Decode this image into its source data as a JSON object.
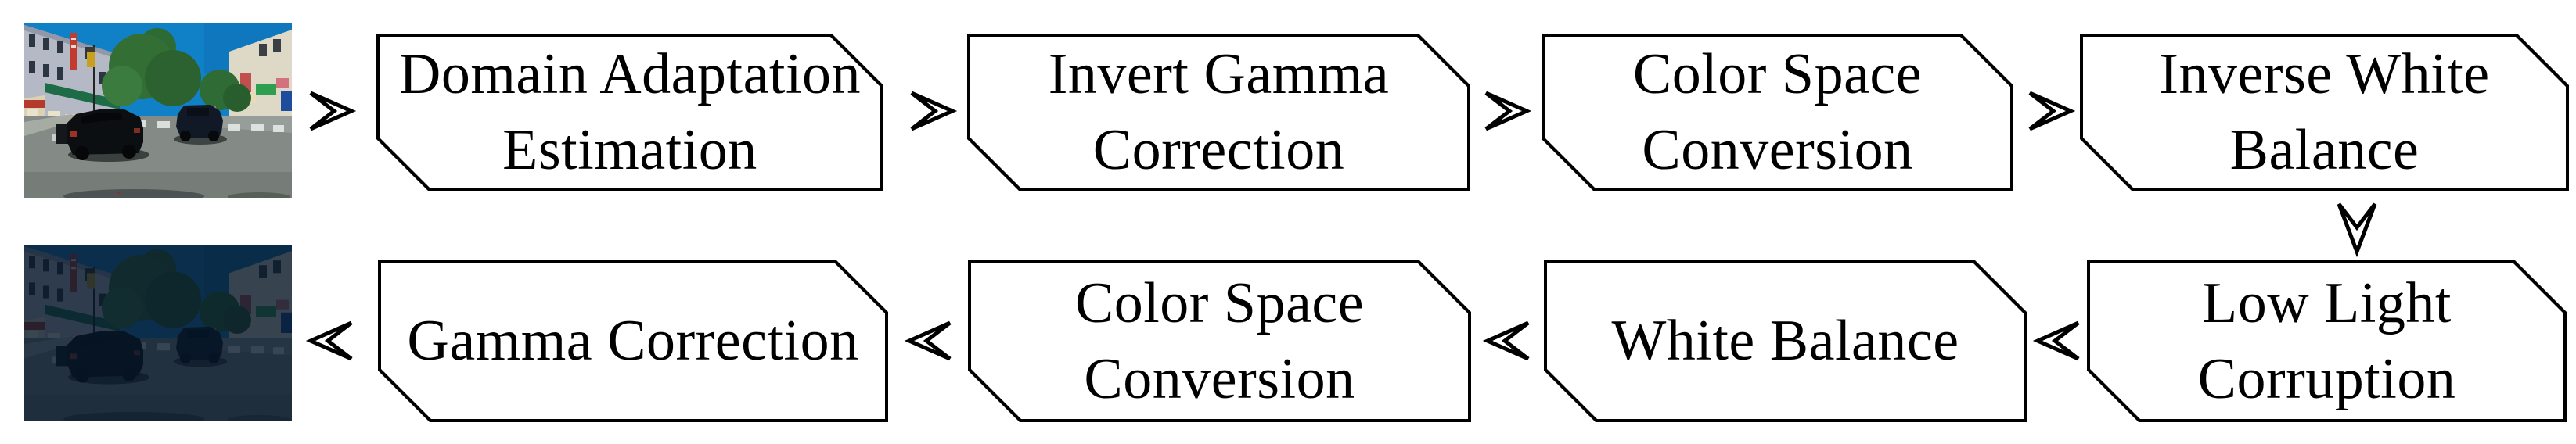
{
  "diagram": {
    "background": "#ffffff",
    "line_color": "#000000",
    "text_color": "#000000"
  },
  "photos": {
    "day": {
      "alt": "Daytime urban street scene with cars",
      "sky_color": "#1181c7"
    },
    "night": {
      "alt": "Same street scene corrupted to low light",
      "sky_color": "#082e4d"
    }
  },
  "top_row": {
    "arrow_direction": "right",
    "boxes": [
      {
        "label": "Domain Adaptation\nEstimation"
      },
      {
        "label": "Invert Gamma\nCorrection"
      },
      {
        "label": "Color Space\nConversion"
      },
      {
        "label": "Inverse White\nBalance"
      }
    ]
  },
  "connector": {
    "arrow_direction": "down"
  },
  "bottom_row": {
    "arrow_direction": "left",
    "boxes": [
      {
        "label": "Gamma Correction"
      },
      {
        "label": "Color Space\nConversion"
      },
      {
        "label": "White Balance"
      },
      {
        "label": "Low Light\nCorruption"
      }
    ]
  }
}
